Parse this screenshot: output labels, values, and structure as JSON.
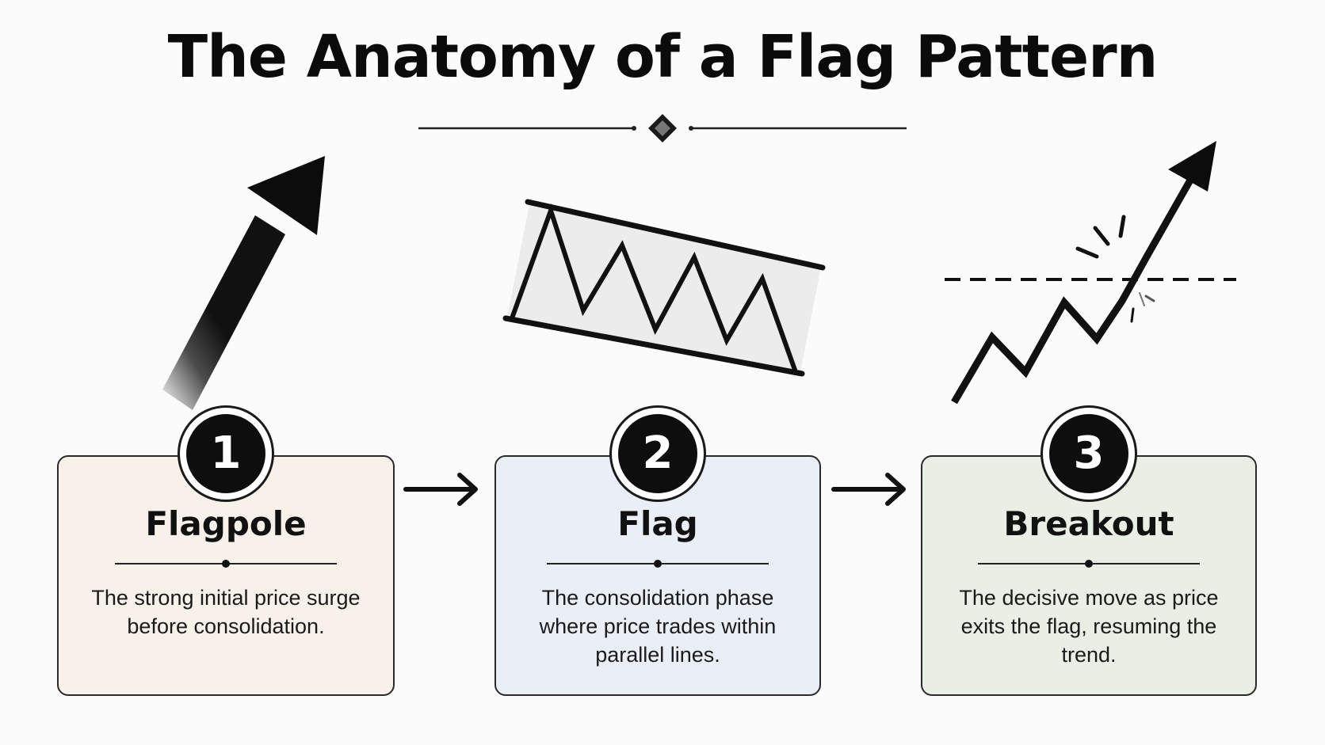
{
  "title": "The Anatomy of a Flag Pattern",
  "steps": [
    {
      "number": "1",
      "title": "Flagpole",
      "description": "The strong initial price surge before consolidation.",
      "color": "#f7f1ea"
    },
    {
      "number": "2",
      "title": "Flag",
      "description": "The consolidation phase where price trades within parallel lines.",
      "color": "#eaeef7"
    },
    {
      "number": "3",
      "title": "Breakout",
      "description": "The decisive move as price exits the flag, resuming the trend.",
      "color": "#e9efe4"
    }
  ],
  "icons": [
    "flagpole-arrow-icon",
    "flag-channel-icon",
    "breakout-arrow-icon",
    "right-arrow-icon",
    "diamond-ornament-icon"
  ]
}
